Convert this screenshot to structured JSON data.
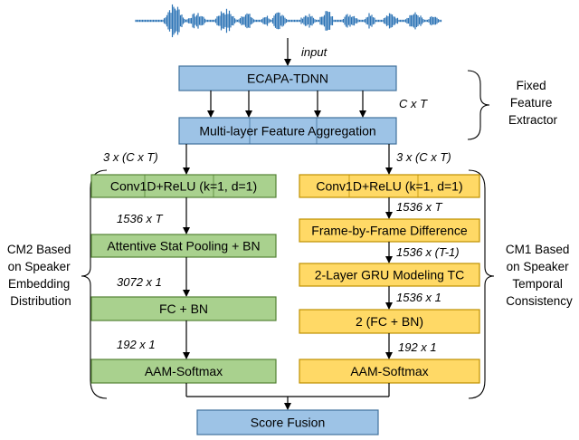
{
  "input_label": "input",
  "nodes": {
    "ecapa": "ECAPA-TDNN",
    "mfa": "Multi-layer Feature Aggregation",
    "cm2_conv": "Conv1D+ReLU (k=1, d=1)",
    "cm2_pool": "Attentive Stat Pooling + BN",
    "cm2_fc": "FC + BN",
    "cm2_aam": "AAM-Softmax",
    "cm1_conv": "Conv1D+ReLU (k=1, d=1)",
    "cm1_diff": "Frame-by-Frame Difference",
    "cm1_gru": "2-Layer GRU Modeling TC",
    "cm1_fc": "2 (FC + BN)",
    "cm1_aam": "AAM-Softmax",
    "fusion": "Score Fusion"
  },
  "dims": {
    "cxt": "C x T",
    "cm2_in": "3 x (C x T)",
    "cm2_d1": "1536 x T",
    "cm2_d2": "3072 x 1",
    "cm2_d3": "192 x 1",
    "cm1_in": "3 x (C x T)",
    "cm1_d1": "1536 x T",
    "cm1_d2": "1536 x (T-1)",
    "cm1_d3": "1536 x 1",
    "cm1_d4": "192 x 1"
  },
  "side_labels": {
    "fixed": [
      "Fixed",
      "Feature",
      "Extractor"
    ],
    "cm2": [
      "CM2 Based",
      "on Speaker",
      "Embedding",
      "Distribution"
    ],
    "cm1": [
      "CM1 Based",
      "on Speaker",
      "Temporal",
      "Consistency"
    ]
  },
  "colors": {
    "blue_fill": "#9dc3e6",
    "blue_stroke": "#41719c",
    "green_fill": "#a9d18e",
    "green_stroke": "#548235",
    "yellow_fill": "#ffd966",
    "yellow_stroke": "#bf9000",
    "waveform": "#2e75b6"
  }
}
